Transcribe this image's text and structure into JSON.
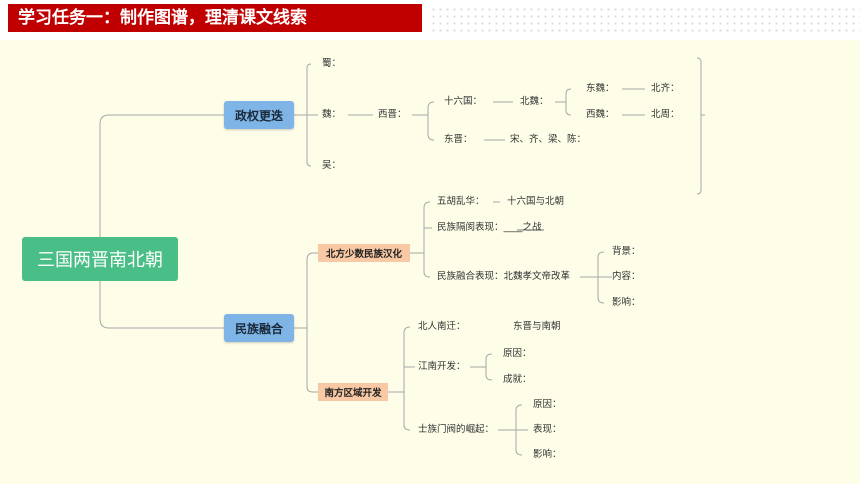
{
  "header": {
    "title": "学习任务一：制作图谱，理清课文线索"
  },
  "root": "三国两晋南北朝",
  "branches": {
    "regime": {
      "label": "政权更迭",
      "shu": "蜀：",
      "wei": "魏：",
      "wu": "吴：",
      "xijin": "西晋：",
      "shiliuguo": "十六国：",
      "beiwei": "北魏：",
      "dongwei": "东魏：",
      "xiwei": "西魏：",
      "beiqi": "北齐：",
      "beizhou": "北周：",
      "dongjin": "东晋：",
      "south": "宋、齐、梁、陈："
    },
    "fusion": {
      "label": "民族融合",
      "north": {
        "label": "北方少数民族汉化",
        "wuhu": "五胡乱华：",
        "wuhu_value": "十六国与北朝",
        "geju": "民族隔阂表现：____之战",
        "ronghe": "民族融合表现：北魏孝文帝改革",
        "beijing": "背景：",
        "neirong": "内容：",
        "yingxiang": "影响："
      },
      "south": {
        "label": "南方区域开发",
        "nanqian": "北人南迁：",
        "nanqian_value": "东晋与南朝",
        "jiangnan": "江南开发：",
        "yuanyin": "原因：",
        "chengjiu": "成就：",
        "shizu": "士族门阀的崛起：",
        "sz_yuanyin": "原因：",
        "sz_biaoxian": "表现：",
        "sz_yingxiang": "影响："
      }
    }
  },
  "colors": {
    "title_bg": "#c00000",
    "canvas_bg": "#fdfde8",
    "root_bg": "#49be86",
    "branch_bg": "#7fb5e6",
    "sub_bg": "#f8c9a4",
    "line": "#a8a8a8"
  }
}
